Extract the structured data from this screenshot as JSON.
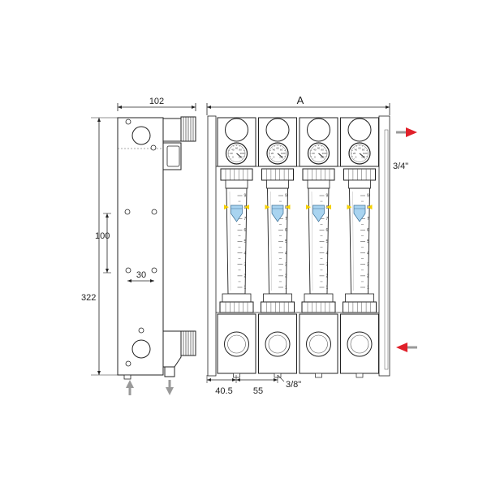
{
  "dimensions": {
    "side_width": "102",
    "side_height": "322",
    "inner_height": "100",
    "hole_spacing": "30",
    "total_width": "A",
    "offset_first": "40.5",
    "pitch": "55",
    "thread_bottom": "3/8\"",
    "thread_top": "3/4\""
  },
  "flowmeter": {
    "count": 4,
    "scale_labels": [
      "9",
      "8",
      "7",
      "6",
      "5",
      "4",
      "3",
      "2",
      "1"
    ],
    "scale_max": 9,
    "dial_labels": [
      "0",
      "20",
      "40",
      "60",
      "80",
      "100",
      "120"
    ]
  },
  "colors": {
    "outline": "#222222",
    "arrow_red": "#e0202a",
    "arrow_gray": "#9a9a9a",
    "float_blue": "#a9d4f0",
    "marker_yellow": "#f5d000"
  }
}
